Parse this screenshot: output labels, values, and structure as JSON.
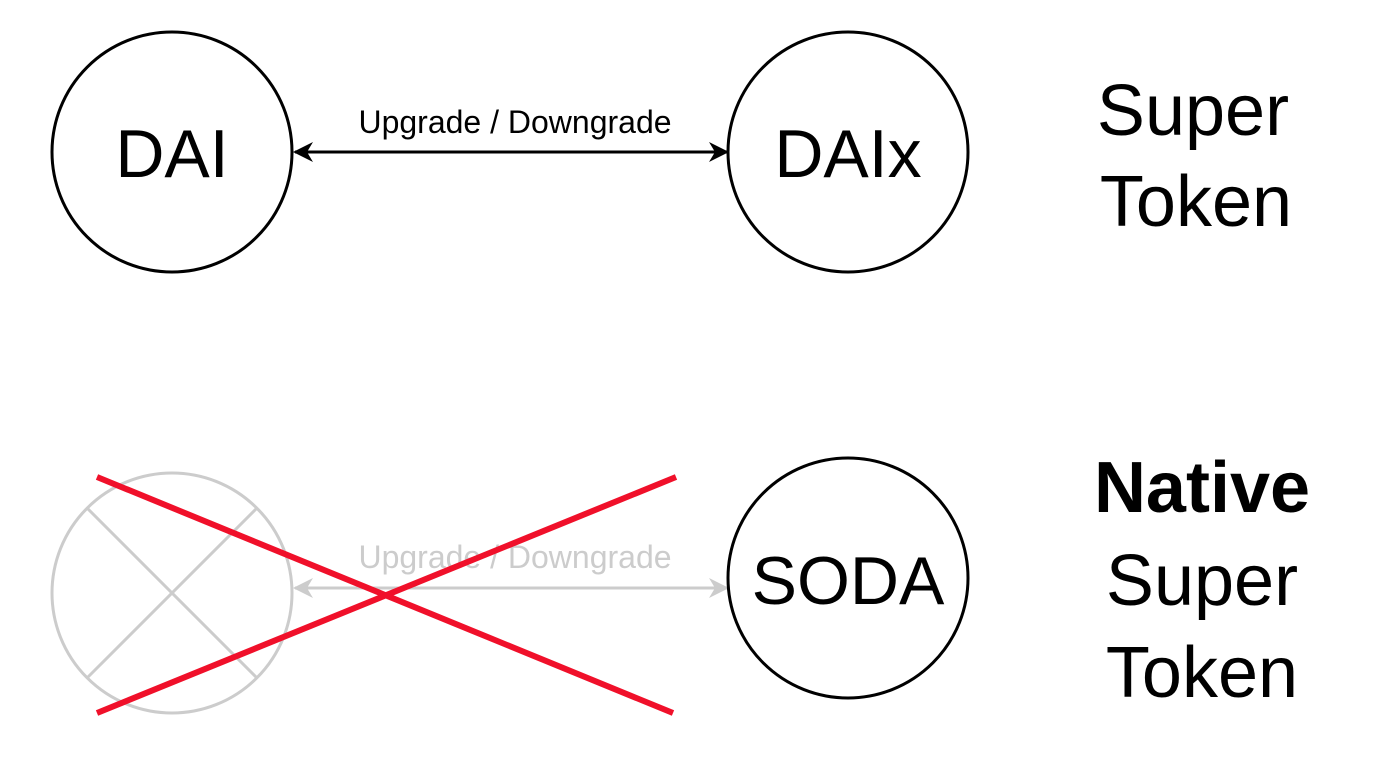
{
  "top_row": {
    "left_node": {
      "label": "DAI"
    },
    "edge_label": "Upgrade / Downgrade",
    "right_node": {
      "label": "DAIx"
    },
    "side_label": {
      "line1": "Super",
      "line2": "Token"
    }
  },
  "bottom_row": {
    "left_node": {
      "label": "",
      "state": "crossed-out placeholder"
    },
    "edge_label": "Upgrade / Downgrade",
    "right_node": {
      "label": "SODA"
    },
    "side_label": {
      "line1": "Native",
      "line2": "Super",
      "line3": "Token"
    }
  },
  "colors": {
    "active": "#000000",
    "disabled": "#cccccc",
    "cross_out": "#f0102a"
  }
}
